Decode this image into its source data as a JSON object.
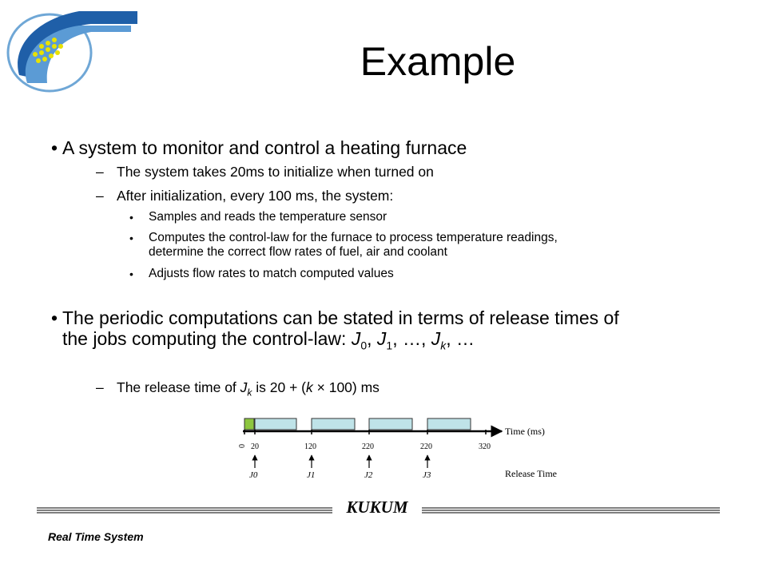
{
  "slide": {
    "title": "Example",
    "b1": "A system to monitor and control a heating furnace",
    "b1_sub1": "The system takes 20ms to initialize when turned on",
    "b1_sub2": "After initialization, every 100 ms, the system:",
    "b1_sub2_items": [
      "Samples and reads the temperature sensor",
      "Computes the control-law for the furnace to process temperature readings,",
      "determine the correct flow rates of fuel, air and coolant",
      "Adjusts flow rates to match computed values"
    ],
    "b2_line1": "The periodic computations can be stated in terms of release times of",
    "b2_line2_prefix": "the jobs computing the control-law: ",
    "b2_job_symbol": "J",
    "b2_idx0": "0",
    "b2_idx1": "1",
    "b2_idxk": "k",
    "b2_ellipsis": "…",
    "b2_sub_prefix": "The release time of ",
    "b2_sub_J": "J",
    "b2_sub_k": "k",
    "b2_sub_mid": " is 20 + (",
    "b2_sub_k2": "k",
    "b2_sub_tail": " × 100) ms",
    "bullet_symbol": "•",
    "dash_symbol": "–"
  },
  "timeline": {
    "axis_label": "Time (ms)",
    "ticks": [
      "0",
      "20",
      "120",
      "220",
      "220",
      "320"
    ],
    "jobs": [
      "J0",
      "J1",
      "J2",
      "J3"
    ],
    "release_label": "Release Time",
    "init_color": "#8dc63f",
    "job_color": "#bfe3e8"
  },
  "footer": {
    "brand": "KUKUM",
    "course": "Real Time System"
  }
}
